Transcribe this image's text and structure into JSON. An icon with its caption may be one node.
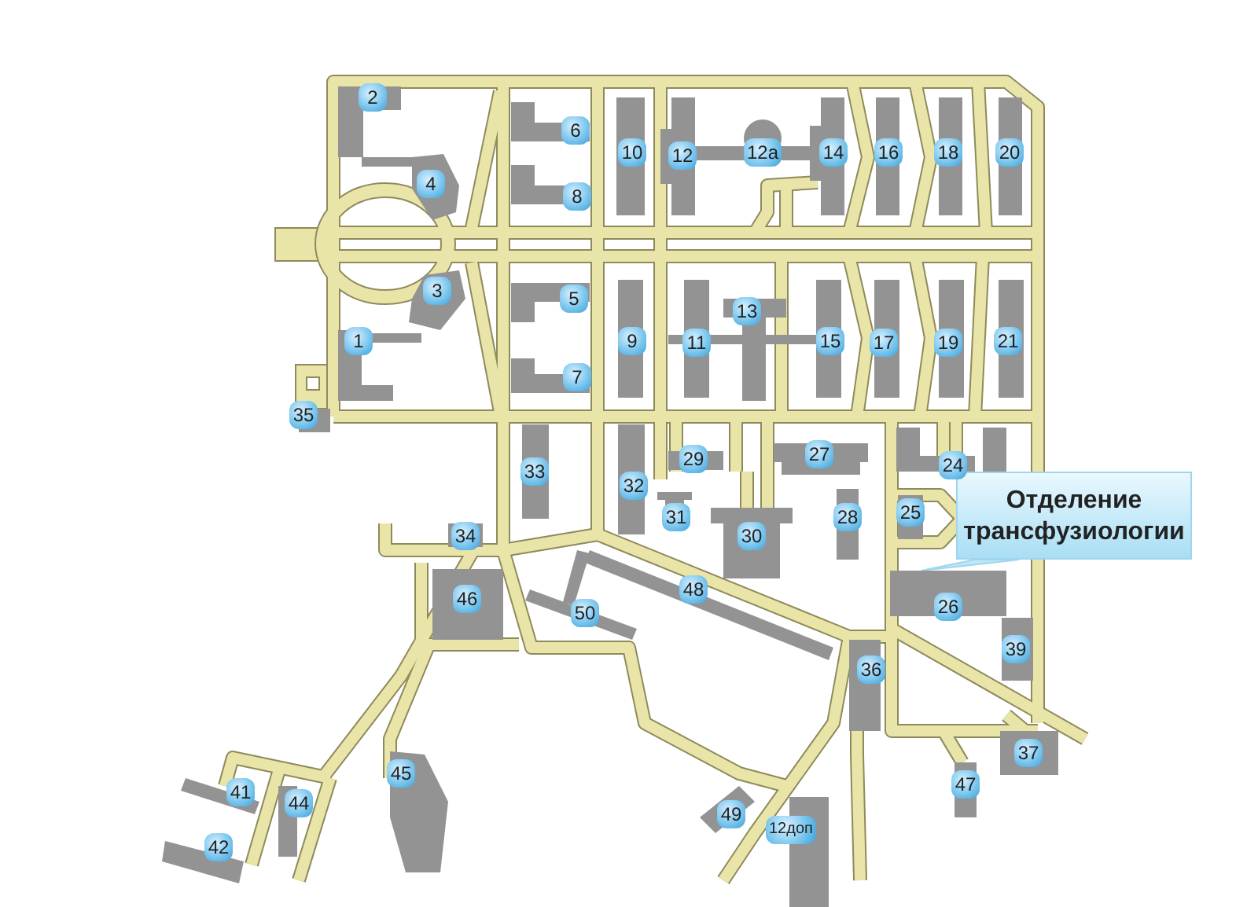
{
  "diagram": {
    "nodes": [
      {
        "text": [
          "Отделение трансфузиологии"
        ]
      },
      {
        "text": [
          "26"
        ]
      }
    ],
    "edges": [
      {
        "from": 0,
        "to": 1,
        "arrow": "none"
      }
    ],
    "labels": [
      "2",
      "6",
      "10",
      "12",
      "12а",
      "14",
      "16",
      "18",
      "20",
      "4",
      "8",
      "3",
      "5",
      "13",
      "1",
      "9",
      "11",
      "15",
      "17",
      "19",
      "21",
      "7",
      "35",
      "29",
      "27",
      "24",
      "33",
      "32",
      "31",
      "30",
      "28",
      "25",
      "34",
      "48",
      "46",
      "50",
      "39",
      "36",
      "37",
      "47",
      "45",
      "41",
      "44",
      "49",
      "12доп",
      "42"
    ]
  }
}
